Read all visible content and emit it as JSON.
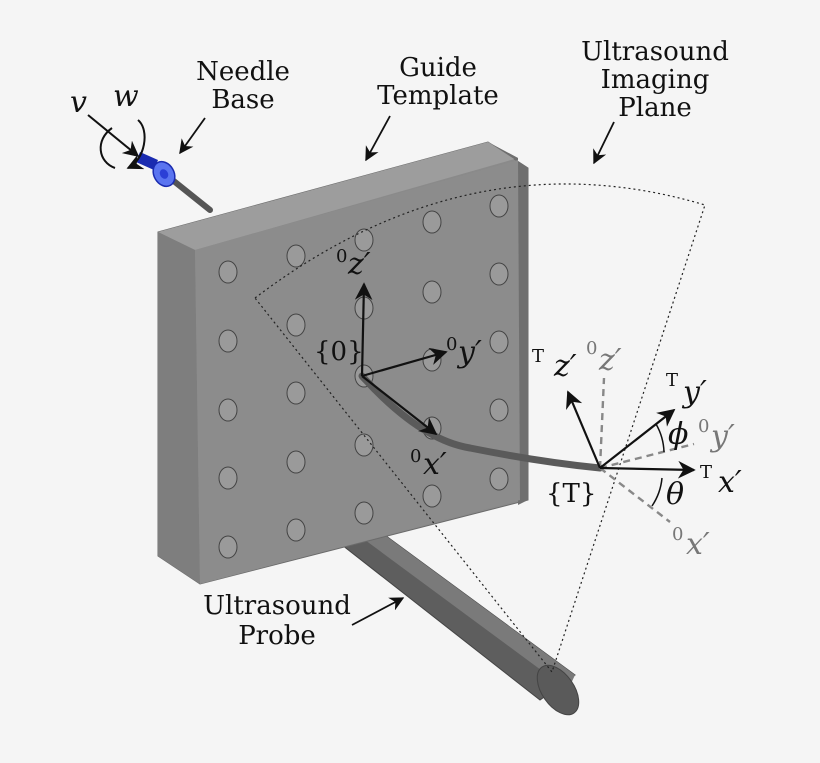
{
  "labels": {
    "needle_base": [
      "Needle",
      "Base"
    ],
    "guide_template": [
      "Guide",
      "Template"
    ],
    "imaging_plane": [
      "Ultrasound",
      "Imaging",
      "Plane"
    ],
    "probe": [
      "Ultrasound",
      "Probe"
    ]
  },
  "inputs": {
    "v": "v",
    "w": "w"
  },
  "frame0": {
    "name": "{0}",
    "z_sup": "0",
    "z": "z′",
    "y_sup": "0",
    "y": "y′",
    "x_sup": "0",
    "x": "x′"
  },
  "frameT": {
    "name": "{T}",
    "tz_sup": "T",
    "tz": "z′",
    "oz_sup": "0",
    "oz": "z′",
    "ty_sup": "T",
    "ty": "y′",
    "oy_sup": "0",
    "oy": "y′",
    "tx_sup": "T",
    "tx": "x′",
    "ox_sup": "0",
    "ox": "x′",
    "phi": "ϕ",
    "theta": "θ"
  },
  "colors": {
    "template_face": "#8a8a8a",
    "template_top": "#9d9d9d",
    "template_side": "#6f6f6f",
    "hole": "#9a9a9a",
    "needle": "#555555",
    "needle_base": "#2b3fd6",
    "probe": "#666666",
    "dashed_axis": "#888888"
  }
}
